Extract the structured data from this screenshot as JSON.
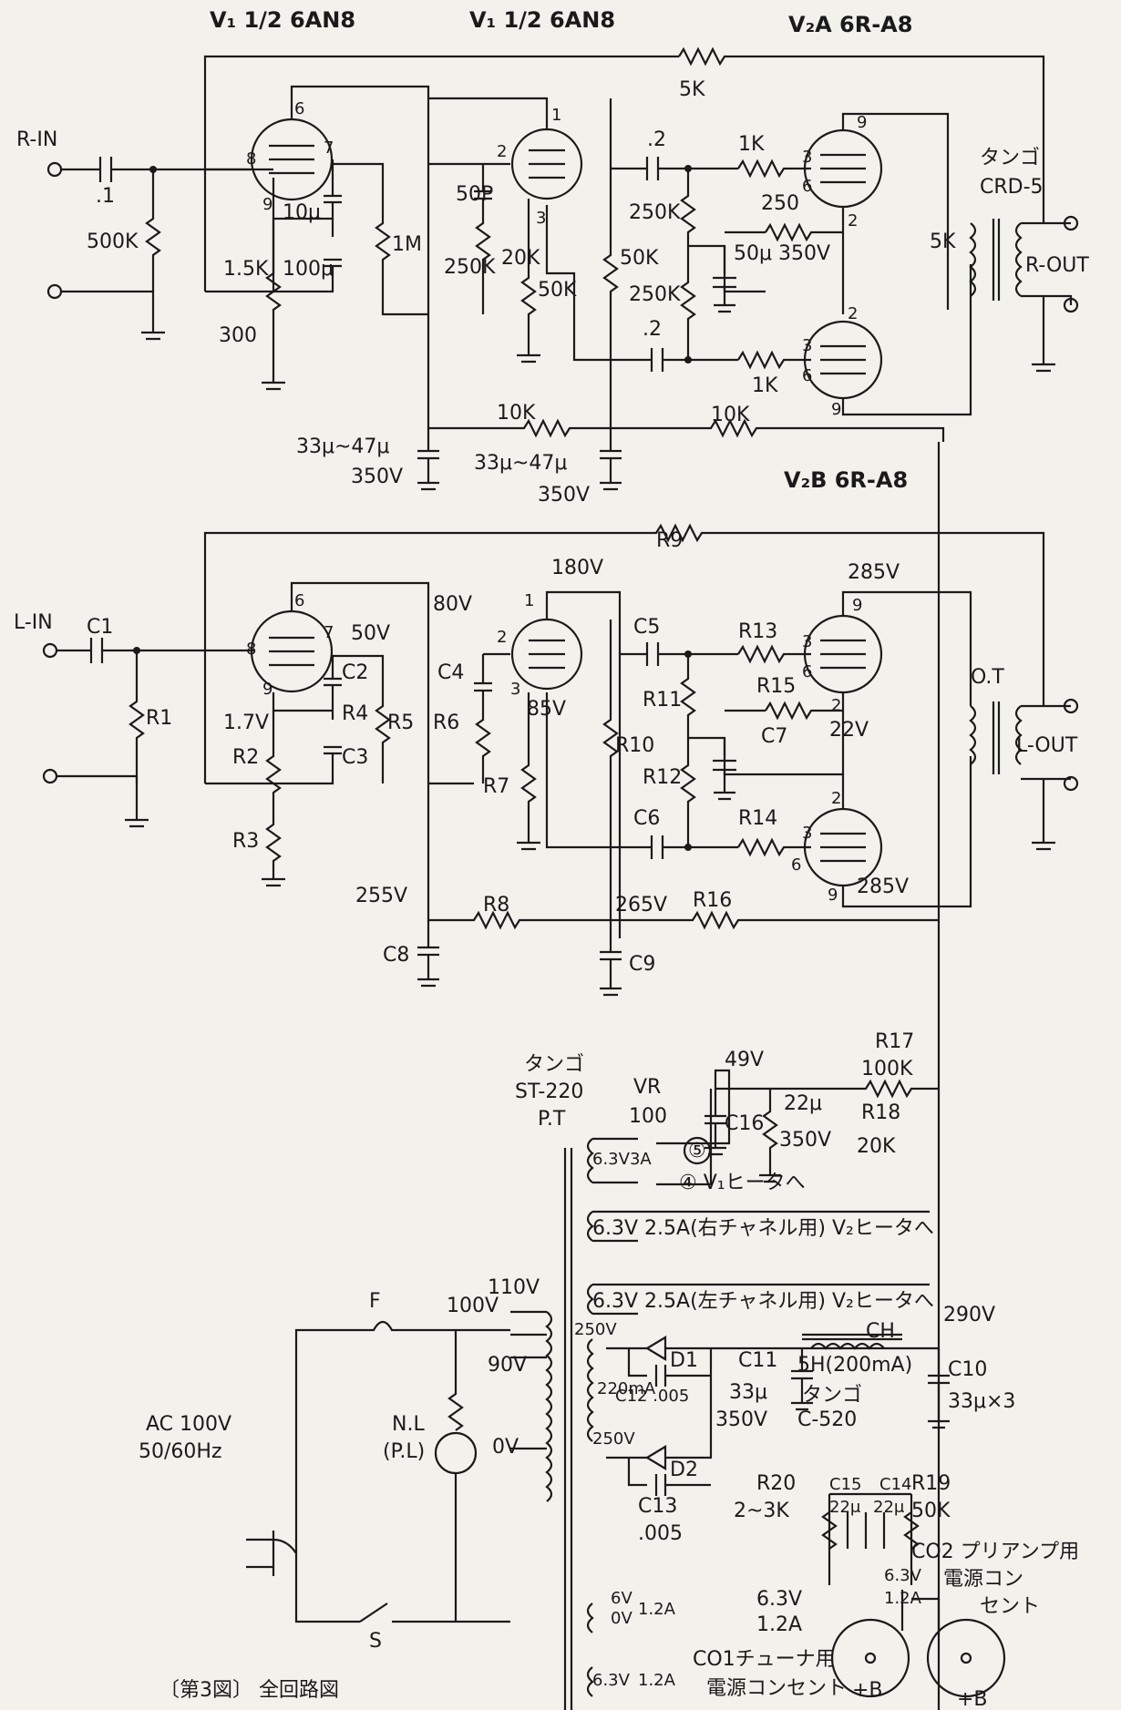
{
  "caption": "〔第3図〕 全回路図",
  "right_channel": {
    "tube_v1a": "V₁ 1/2 6AN8",
    "tube_v1b": "V₁ 1/2 6AN8",
    "tube_v2a": "V₂A 6R-A8",
    "tube_v2b": "V₂B 6R-A8",
    "input": "R-IN",
    "output": "R-OUT",
    "output_transformer": [
      "タンゴ",
      "CRD-5"
    ],
    "labels": [
      "5K",
      ".1",
      "500K",
      "10μ",
      "1.5K",
      "100μ",
      "300",
      "1M",
      "50P",
      "250K",
      "20K",
      "50K",
      "50K",
      ".2",
      "1K",
      "250K",
      "250K",
      "250",
      "50μ 350V",
      ".2",
      "1K",
      "5K",
      "10K",
      "10K",
      "33μ~47μ",
      "350V",
      "33μ~47μ",
      "350V"
    ],
    "pins": [
      "6",
      "8",
      "7",
      "9",
      "1",
      "2",
      "3",
      "9",
      "3",
      "6",
      "2",
      "2",
      "3",
      "6",
      "9"
    ]
  },
  "left_channel": {
    "input": "L-IN",
    "output": "L-OUT",
    "output_transformer": "O.T",
    "labels": [
      "R9",
      "C1",
      "R1",
      "C2",
      "C3",
      "R2",
      "R3",
      "R4",
      "R5",
      "R6",
      "C4",
      "R7",
      "R10",
      "C5",
      "C6",
      "R11",
      "R12",
      "R13",
      "R14",
      "R15",
      "C7",
      "R8",
      "R16",
      "C8",
      "C9"
    ],
    "voltages": [
      "180V",
      "285V",
      "80V",
      "50V",
      "1.7V",
      "85V",
      "22V",
      "285V",
      "255V",
      "265V"
    ],
    "pins": [
      "6",
      "8",
      "7",
      "9",
      "1",
      "2",
      "3",
      "9",
      "3",
      "6",
      "2",
      "2",
      "3",
      "6",
      "9"
    ]
  },
  "power_supply": {
    "power_transformer": [
      "タンゴ",
      "ST-220",
      "P.T"
    ],
    "vr": [
      "VR",
      "100"
    ],
    "heater_labels": [
      "6.3V3A",
      "⑤",
      "④ V₁ヒータへ",
      "6.3V 2.5A(右チャネル用) V₂ヒータへ",
      "6.3V 2.5A(左チャネル用) V₂ヒータへ"
    ],
    "secondary": [
      "250V",
      "220mA",
      "250V",
      "6V",
      "0V",
      "1.2A",
      "6.3V",
      "1.2A"
    ],
    "primary": [
      "110V",
      "100V",
      "90V",
      "0V"
    ],
    "ac": [
      "AC 100V",
      "50/60Hz"
    ],
    "switch_labels": [
      "F",
      "S",
      "N.L",
      "(P.L)"
    ],
    "rect": [
      "D1",
      "D2",
      "C12 .005",
      "C13",
      ".005"
    ],
    "filter": [
      "C11",
      "33μ",
      "350V",
      "5H(200mA)",
      "タンゴ",
      "C-520",
      "CH",
      "C10",
      "33μ×3",
      "290V"
    ],
    "decoupling": [
      "49V",
      "R17",
      "100K",
      "C16",
      "22μ",
      "350V",
      "R18",
      "20K"
    ],
    "bias": [
      "R20",
      "2~3K",
      "C15",
      "C14",
      "22μ",
      "22μ",
      "R19",
      "50K"
    ],
    "sockets": [
      "CO2 プリアンプ用",
      "電源コン",
      "セント",
      "6.3V",
      "1.2A",
      "6.3V",
      "1.2A",
      "CO1チューナ用",
      "電源コンセント",
      "+B",
      "+B"
    ]
  }
}
